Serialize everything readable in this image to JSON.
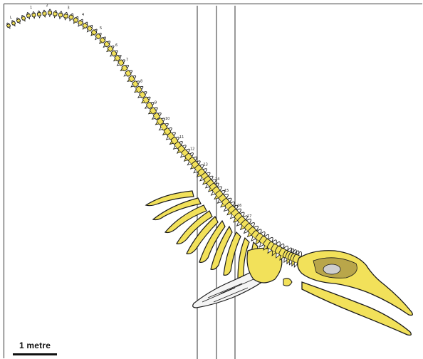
{
  "figure": {
    "scale_label": "1 metre",
    "vertebra_labels": [
      "L",
      "1",
      "2",
      "3",
      "4",
      "5",
      "6",
      "7",
      "8",
      "9",
      "10",
      "11",
      "12",
      "13",
      "14",
      "15",
      "16",
      "17"
    ],
    "colors": {
      "bone": "#f2e15a",
      "outline": "#1a1a1a",
      "skull_shade": "#b9a64a",
      "frame": "#333333",
      "background": "#ffffff"
    }
  }
}
